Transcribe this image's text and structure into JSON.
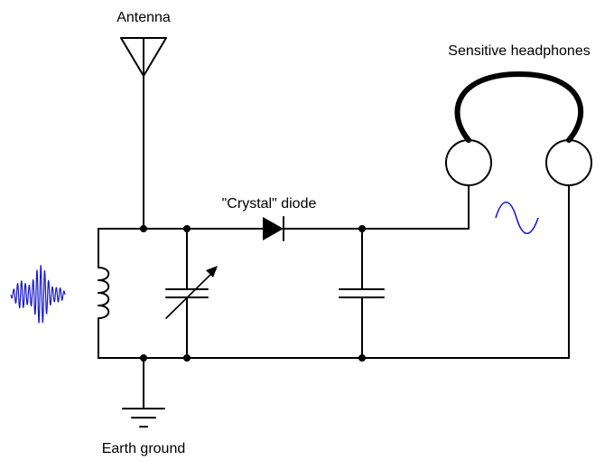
{
  "labels": {
    "antenna": "Antenna",
    "headphones": "Sensitive headphones",
    "diode": "\"Crystal\" diode",
    "ground": "Earth ground"
  },
  "colors": {
    "wire": "#000000",
    "signal": "#1a1acc"
  },
  "components": [
    "antenna",
    "inductor-coil",
    "variable-capacitor",
    "crystal-diode",
    "filter-capacitor",
    "headphones",
    "earth-ground"
  ],
  "signals": [
    "modulated-rf-signal",
    "audio-sine-wave"
  ]
}
